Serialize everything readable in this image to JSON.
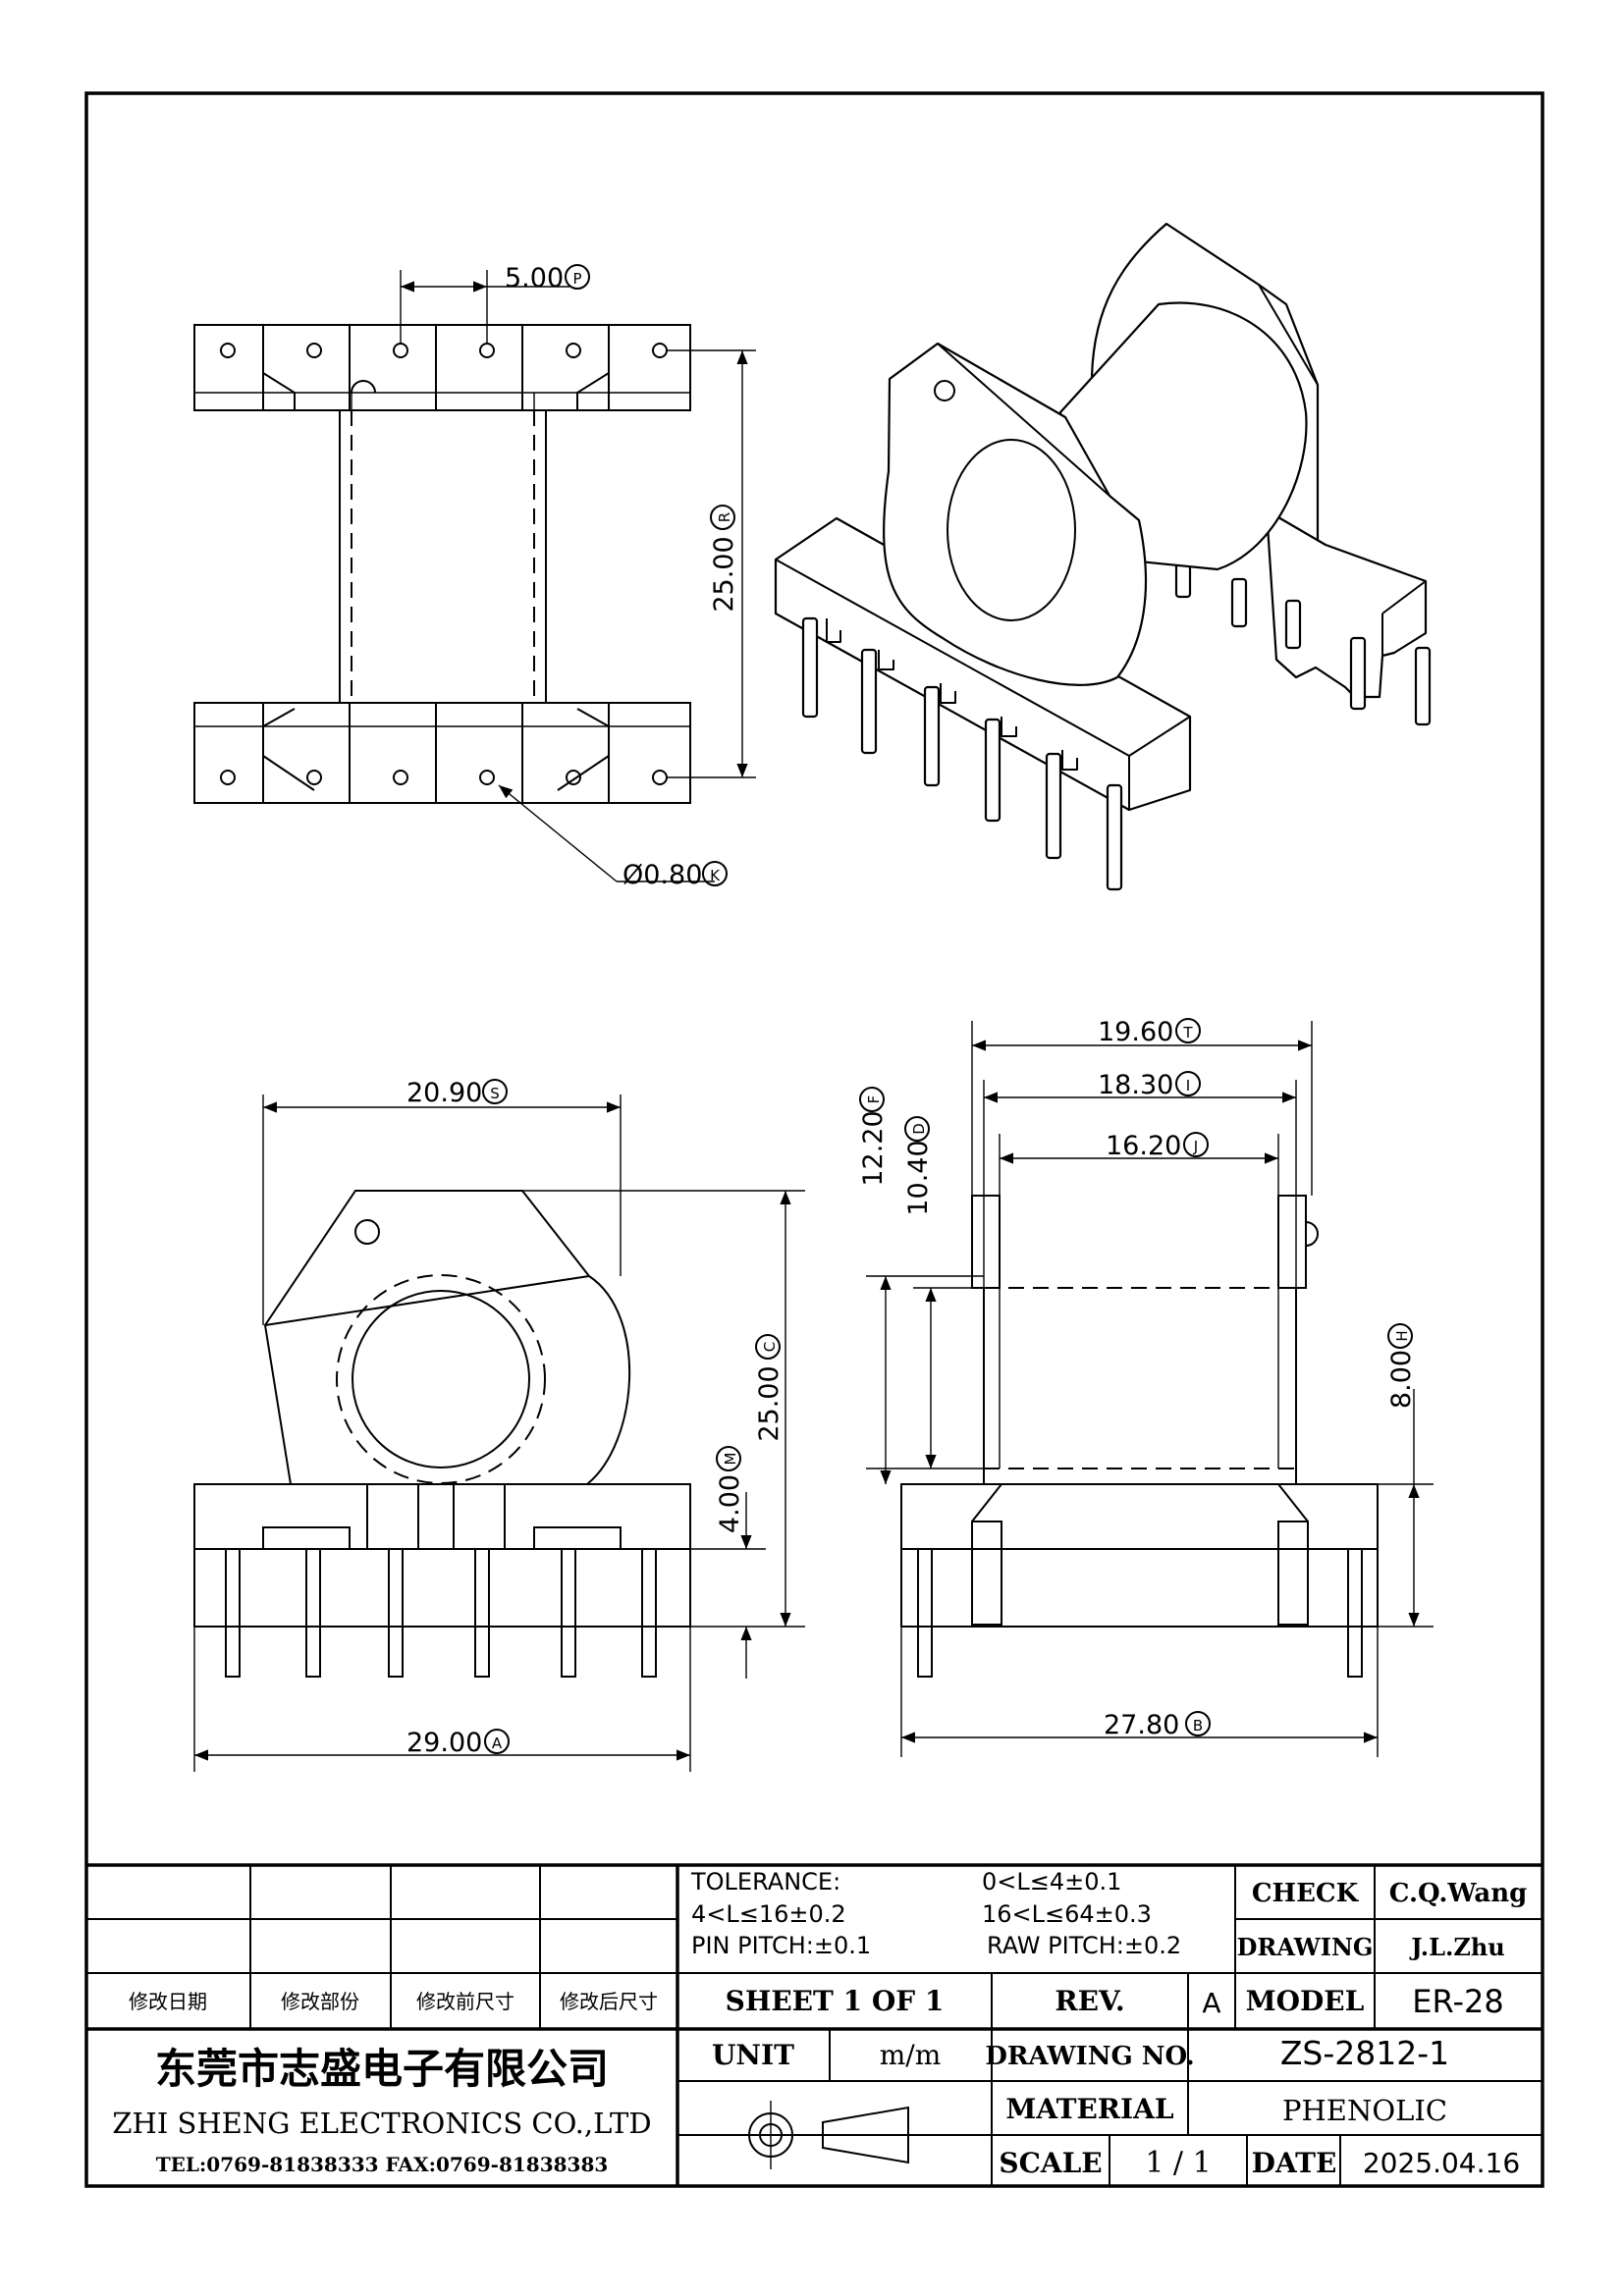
{
  "dimensions": {
    "top_pitch": "5.00",
    "top_pitch_tag": "P",
    "top_span": "25.00",
    "top_span_tag": "R",
    "pin_dia": "Ø0.80",
    "pin_dia_tag": "K",
    "front_flange_w": "20.90",
    "front_flange_w_tag": "S",
    "front_h": "25.00",
    "front_h_tag": "C",
    "front_base_h": "4.00",
    "front_base_h_tag": "M",
    "front_w": "29.00",
    "front_w_tag": "A",
    "side_t": "19.60",
    "side_t_tag": "T",
    "side_i": "18.30",
    "side_i_tag": "I",
    "side_j": "16.20",
    "side_j_tag": "J",
    "side_f": "12.20",
    "side_f_tag": "F",
    "side_d": "10.40",
    "side_d_tag": "D",
    "side_h": "8.00",
    "side_h_tag": "H",
    "side_w": "27.80",
    "side_w_tag": "B"
  },
  "title_block": {
    "tol_label": "TOLERANCE:",
    "tol_1": "0<L≤4±0.1",
    "tol_2": "4<L≤16±0.2",
    "tol_3": "16<L≤64±0.3",
    "pin_pitch": "PIN PITCH:±0.1",
    "raw_pitch": "RAW PITCH:±0.2",
    "check_label": "CHECK",
    "check_value": "C.Q.Wang",
    "drawing_label": "DRAWING",
    "drawing_value": "J.L.Zhu",
    "rev_date": "修改日期",
    "rev_part": "修改部份",
    "rev_before": "修改前尺寸",
    "rev_after": "修改后尺寸",
    "sheet": "SHEET 1 OF 1",
    "rev_label": "REV.",
    "rev_value": "A",
    "model_label": "MODEL",
    "model_value": "ER-28",
    "company_cn": "东莞市志盛电子有限公司",
    "company_en": "ZHI SHENG  ELECTRONICS CO.,LTD",
    "contact": "TEL:0769-81838333 FAX:0769-81838383",
    "unit_label": "UNIT",
    "unit_value": "m/m",
    "drawing_no_label": "DRAWING  NO.",
    "drawing_no_value": "ZS-2812-1",
    "material_label": "MATERIAL",
    "material_value": "PHENOLIC",
    "scale_label": "SCALE",
    "scale_value": "1  /  1",
    "date_label": "DATE",
    "date_value": "2025.04.16"
  }
}
